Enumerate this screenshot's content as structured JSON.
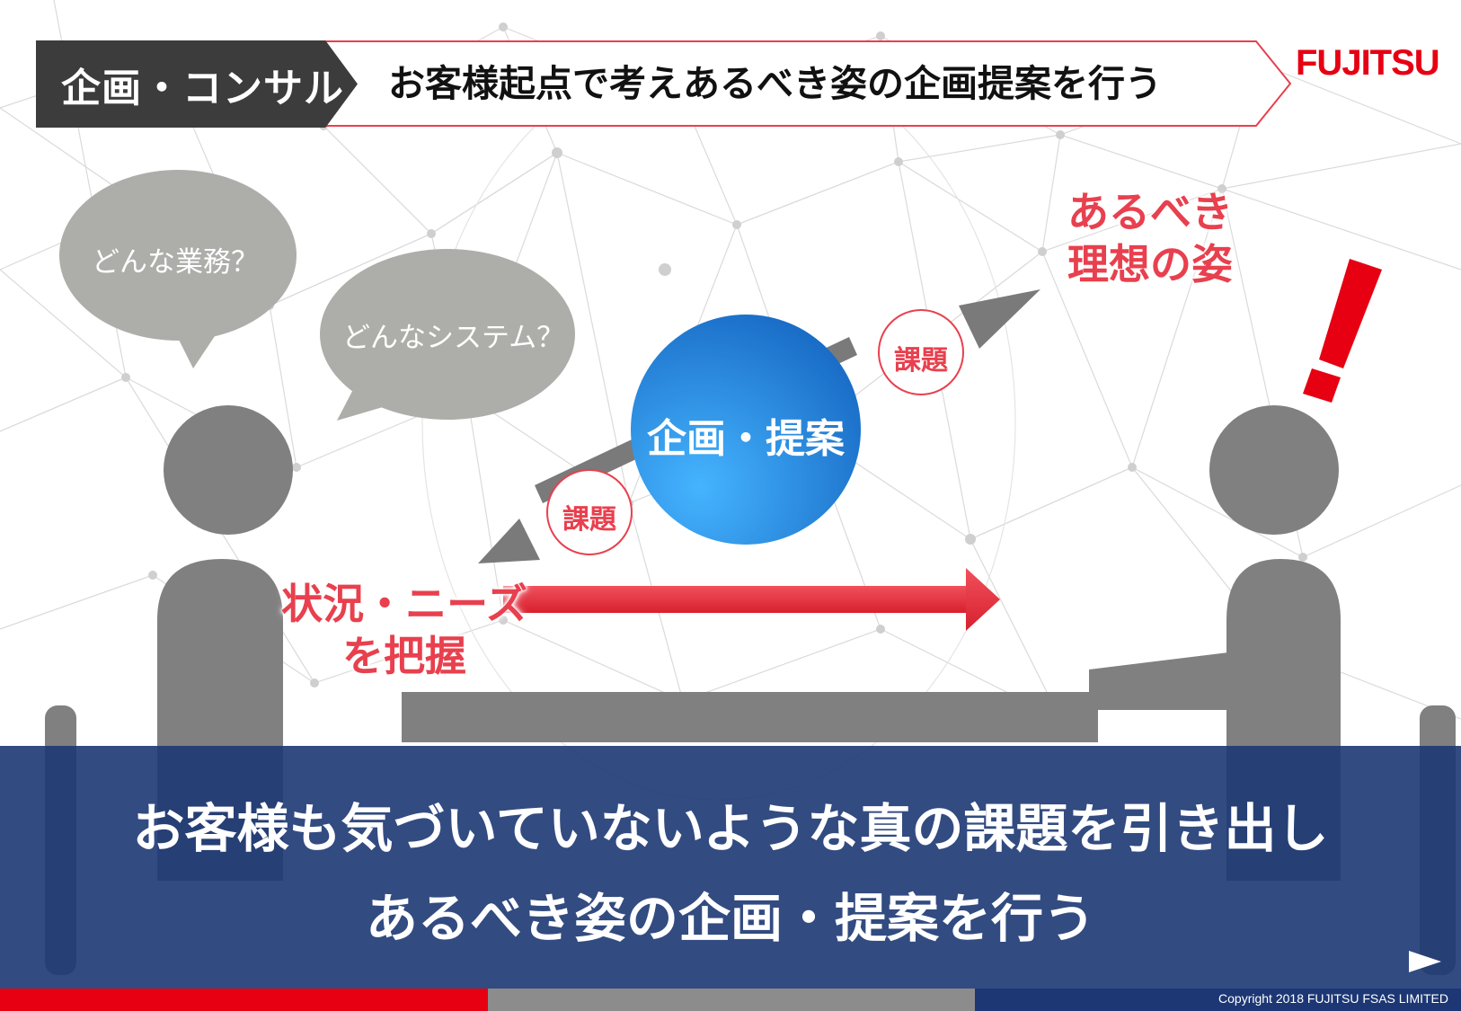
{
  "header": {
    "category": "企画・コンサル",
    "title": "お客様起点で考えあるべき姿の企画提案を行う",
    "logo_text": "FUJITSU"
  },
  "diagram": {
    "bubbles": [
      "どんな業務？",
      "どんなシステム？"
    ],
    "center": "企画・提案",
    "issues": [
      "課題",
      "課題"
    ],
    "ideal_label": [
      "あるべき",
      "理想の姿"
    ],
    "need_label": [
      "状況・ニーズ",
      "を把握"
    ]
  },
  "banner": {
    "line1": "お客様も気づいていないような真の課題を引き出し",
    "line2": "あるべき姿の企画・提案を行う"
  },
  "footer": {
    "copyright": "Copyright 2018 FUJITSU FSAS LIMITED"
  },
  "colors": {
    "accent_red": "#e8404e",
    "brand_red": "#e60012",
    "navy": "#1c3773",
    "figure_gray": "#808080",
    "bubble_gray": "#adadaa",
    "center_blue": "#2b8ee8"
  }
}
